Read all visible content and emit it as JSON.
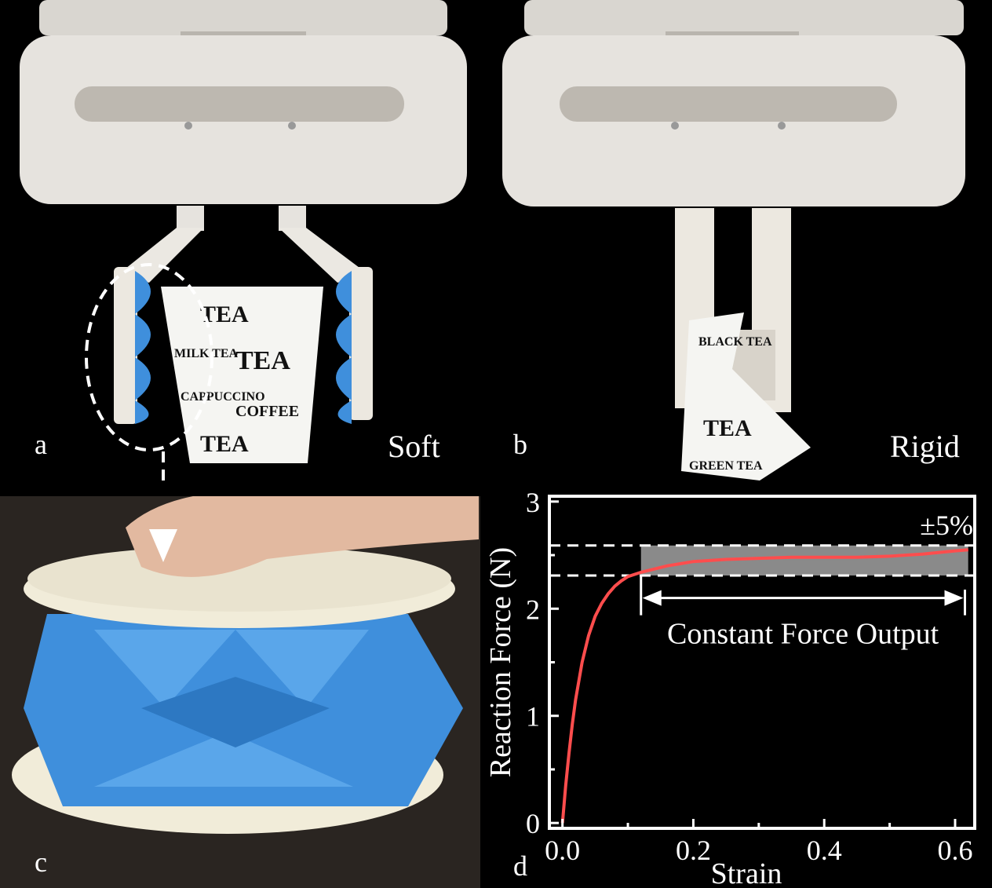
{
  "panels": {
    "a": {
      "label": "a",
      "tag": "Soft"
    },
    "b": {
      "label": "b",
      "tag": "Rigid"
    },
    "c": {
      "label": "c"
    },
    "d": {
      "label": "d"
    }
  },
  "cup_text": [
    "TEA",
    "COFFEE",
    "MILK TEA",
    "CAPPUCCINO",
    "BLACK TEA",
    "GREEN TEA"
  ],
  "colors": {
    "background": "#000000",
    "gripper_body": "#e6e3de",
    "gripper_shadow": "#bdb8b0",
    "soft_finger_blue": "#3f8fdc",
    "rigid_finger": "#ece8e0",
    "curve": "#ff4d4d",
    "band": "#8a8a8a",
    "axes": "#ffffff",
    "disk": "#f1ecd9",
    "skin": "#e2b9a0"
  },
  "chart_data": {
    "type": "line",
    "xlabel": "Strain",
    "ylabel": "Reaction Force (N)",
    "xlim": [
      -0.02,
      0.63
    ],
    "ylim": [
      -0.05,
      3.05
    ],
    "xticks": [
      0.0,
      0.2,
      0.4,
      0.6
    ],
    "xtick_labels": [
      "0.0",
      "0.2",
      "0.4",
      "0.6"
    ],
    "yticks": [
      0,
      1,
      2,
      3
    ],
    "ytick_labels": [
      "0",
      "1",
      "2",
      "3"
    ],
    "grid": false,
    "series": [
      {
        "x": [
          0.0,
          0.005,
          0.01,
          0.015,
          0.02,
          0.03,
          0.04,
          0.05,
          0.06,
          0.07,
          0.08,
          0.09,
          0.1,
          0.11,
          0.12,
          0.14,
          0.16,
          0.18,
          0.2,
          0.25,
          0.3,
          0.35,
          0.4,
          0.45,
          0.5,
          0.55,
          0.6,
          0.62
        ],
        "y": [
          0.0,
          0.35,
          0.65,
          0.92,
          1.15,
          1.5,
          1.75,
          1.93,
          2.05,
          2.14,
          2.21,
          2.26,
          2.3,
          2.32,
          2.34,
          2.37,
          2.4,
          2.42,
          2.44,
          2.46,
          2.47,
          2.48,
          2.48,
          2.48,
          2.49,
          2.51,
          2.54,
          2.55
        ]
      }
    ],
    "band": {
      "x_start": 0.12,
      "x_end": 0.62,
      "y_low": 2.31,
      "y_high": 2.59,
      "label": "±5%"
    },
    "dashed_lines_y": [
      2.59,
      2.31
    ],
    "arrow": {
      "x_start": 0.12,
      "x_end": 0.615,
      "y": 2.1,
      "label": "Constant Force Output"
    }
  }
}
